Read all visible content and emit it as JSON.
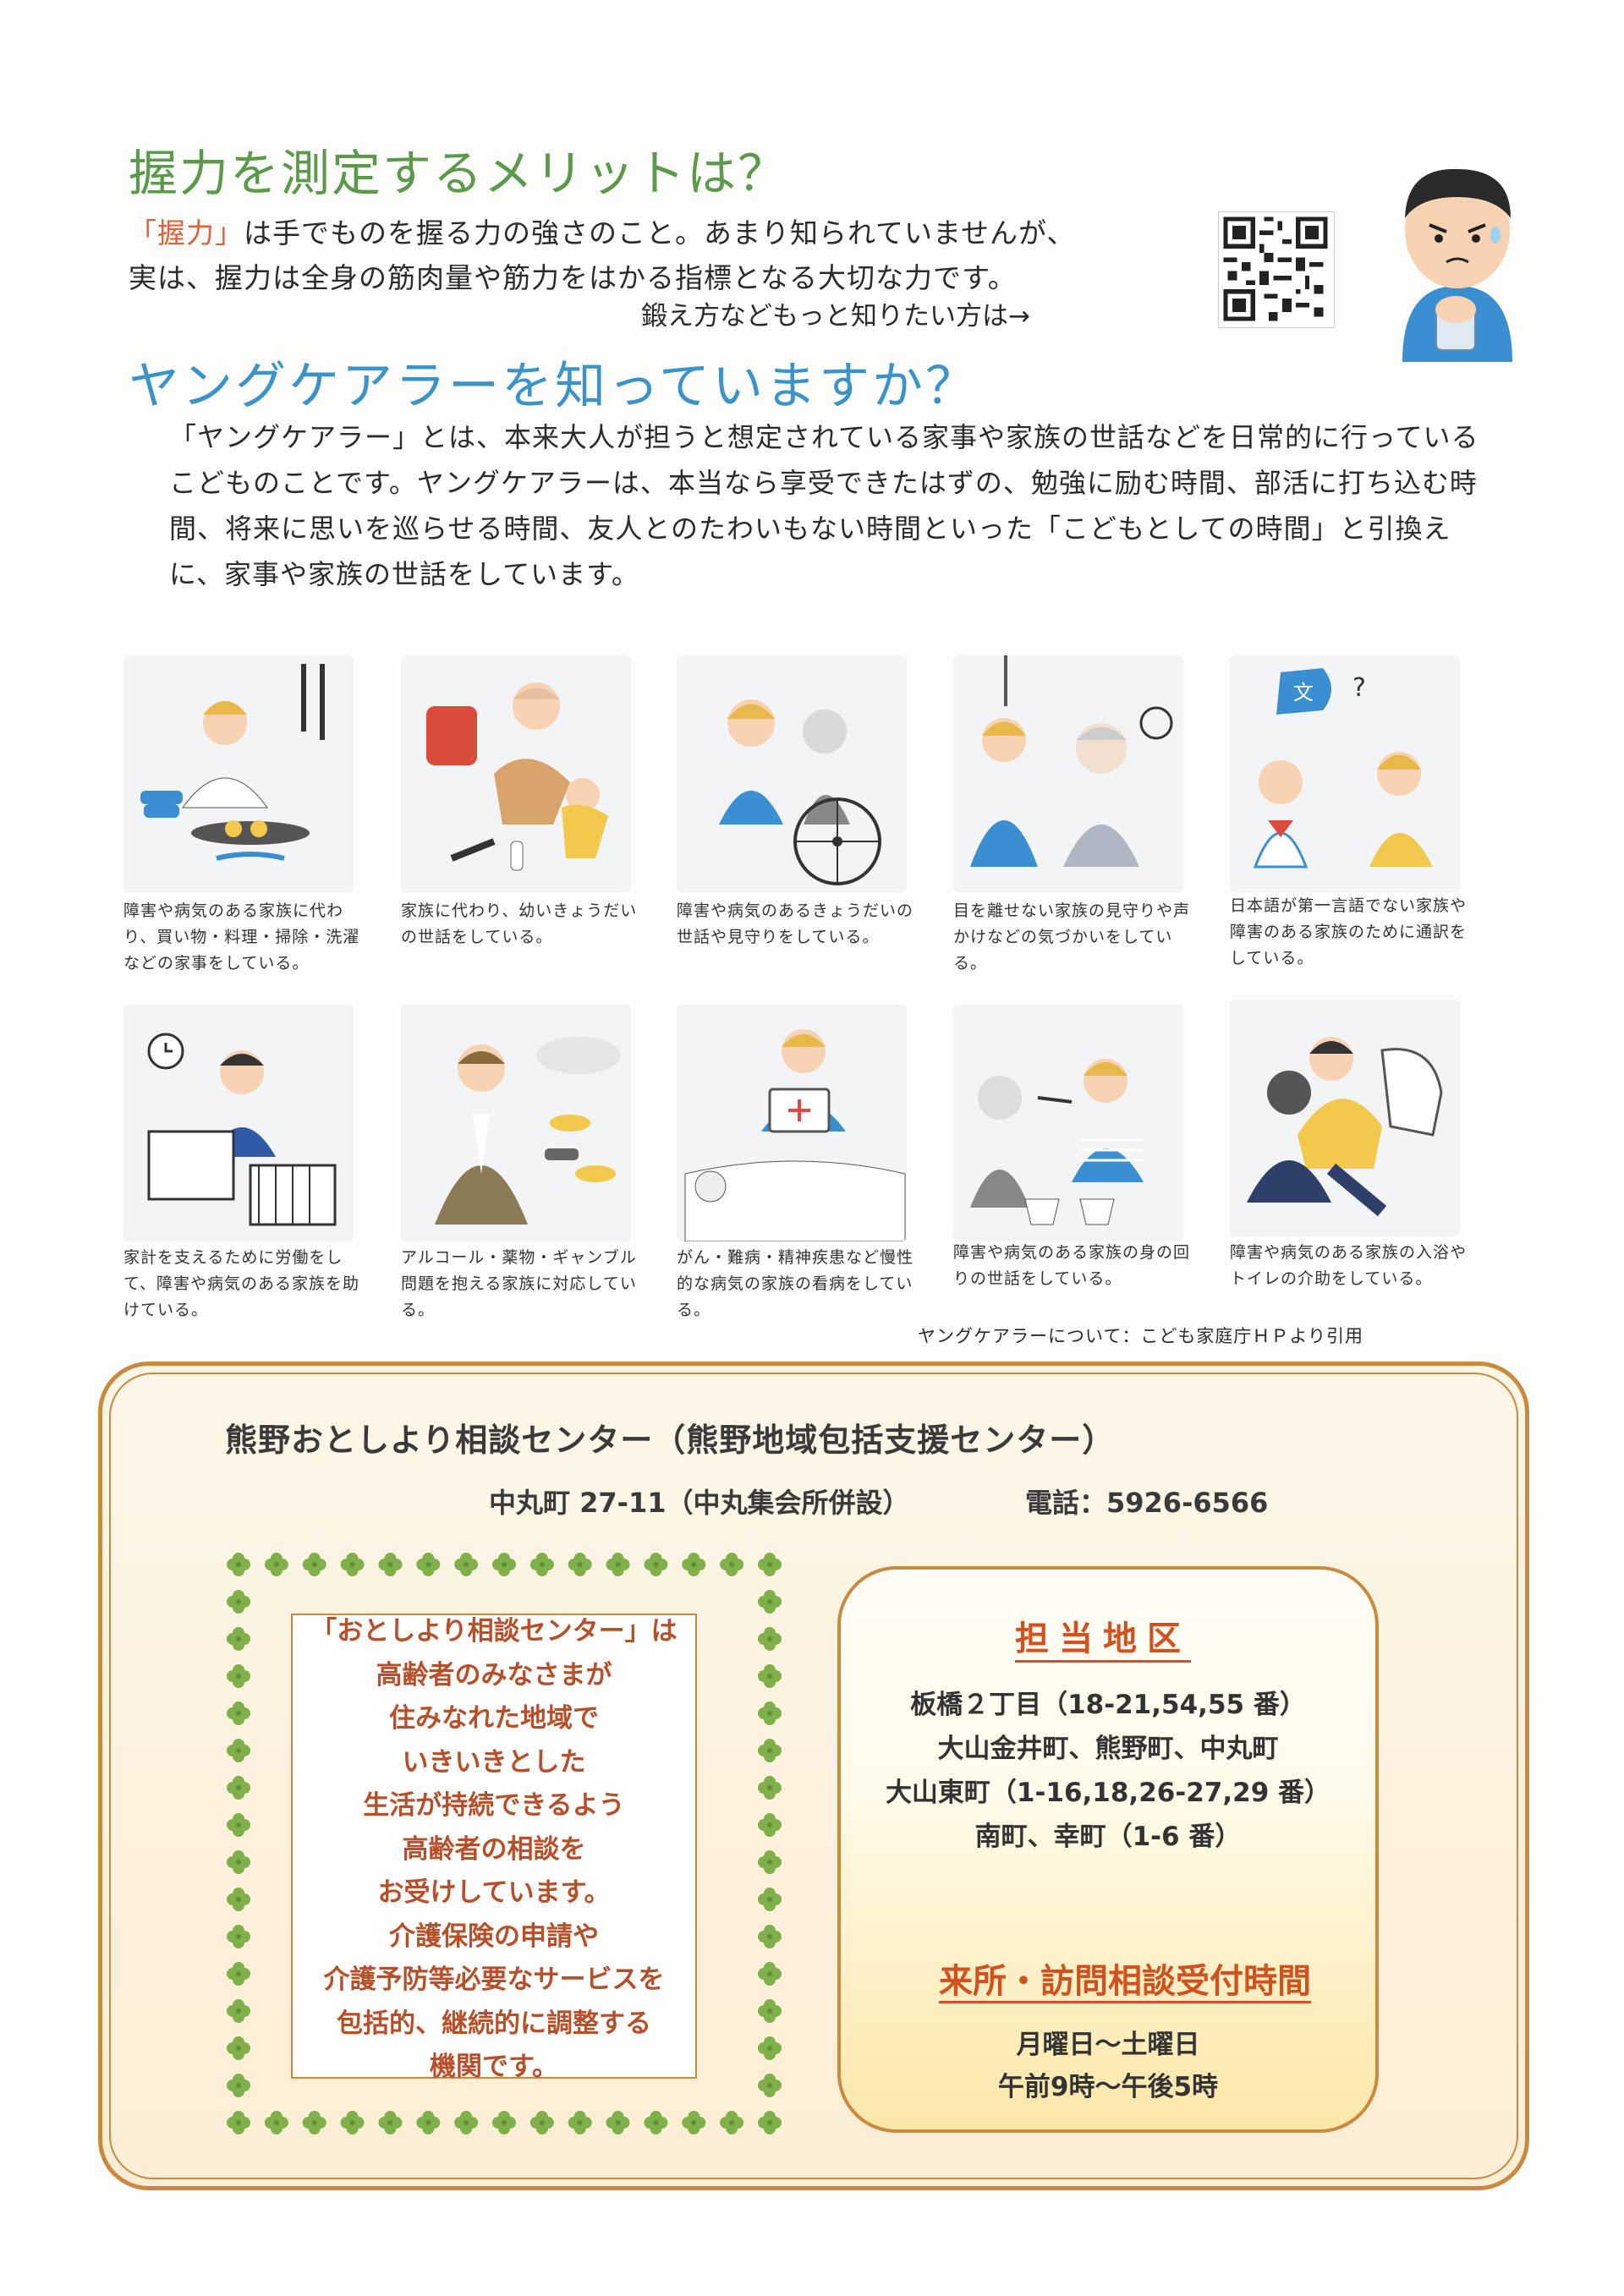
{
  "grip": {
    "title": "握力を測定するメリットは？",
    "highlight": "「握力」",
    "line1_rest": "は手でものを握る力の強さのこと。あまり知られていませんが、",
    "line2": "実は、握力は全身の筋肉量や筋力をはかる指標となる大切な力です。",
    "more": "鍛え方などもっと知りたい方は→"
  },
  "young_carer": {
    "title": "ヤングケアラーを知っていますか？",
    "body": "「ヤングケアラー」とは、本来大人が担うと想定されている家事や家族の世話などを日常的に行っているこどものことです。ヤングケアラーは、本当なら享受できたはずの、勉強に励む時間、部活に打ち込む時間、将来に思いを巡らせる時間、友人とのたわいもない時間といった「こどもとしての時間」と引換えに、家事や家族の世話をしています。",
    "captions": [
      "障害や病気のある家族に代わり、買い物・料理・掃除・洗濯などの家事をしている。",
      "家族に代わり、幼いきょうだいの世話をしている。",
      "障害や病気のあるきょうだいの世話や見守りをしている。",
      "目を離せない家族の見守りや声かけなどの気づかいをしている。",
      "日本語が第一言語でない家族や障害のある家族のために通訳をしている。",
      "家計を支えるために労働をして、障害や病気のある家族を助けている。",
      "アルコール・薬物・ギャンブル問題を抱える家族に対応している。",
      "がん・難病・精神疾患など慢性的な病気の家族の看病をしている。",
      "障害や病気のある家族の身の回りの世話をしている。",
      "障害や病気のある家族の入浴やトイレの介助をしている。"
    ],
    "credit": "ヤングケアラーについて：こども家庭庁ＨＰより引用"
  },
  "center": {
    "title": "熊野おとしより相談センター（熊野地域包括支援センター）",
    "address": "中丸町 27-11（中丸集会所併設）",
    "tel": "電話：5926-6566",
    "description_lines": [
      "「おとしより相談センター」は",
      "高齢者のみなさまが",
      "住みなれた地域で",
      "いきいきとした",
      "生活が持続できるよう",
      "高齢者の相談を",
      "お受けしています。",
      "介護保険の申請や",
      "介護予防等必要なサービスを",
      "包括的、継続的に調整する",
      "機関です。"
    ],
    "area_title": "担当地区",
    "area_lines": [
      "板橋２丁目（18-21,54,55 番）",
      "大山金井町、熊野町、中丸町",
      "大山東町（1-16,18,26-27,29 番）",
      "南町、幸町（1-6 番）"
    ],
    "hours_title": "来所・訪問相談受付時間",
    "hours_lines": [
      "月曜日～土曜日",
      "午前9時～午後5時"
    ]
  },
  "colors": {
    "grip_title": "#5b9a4a",
    "young_carer_title": "#3b93c9",
    "accent_orange": "#d1521e",
    "frame_brown": "#c98a3e"
  }
}
